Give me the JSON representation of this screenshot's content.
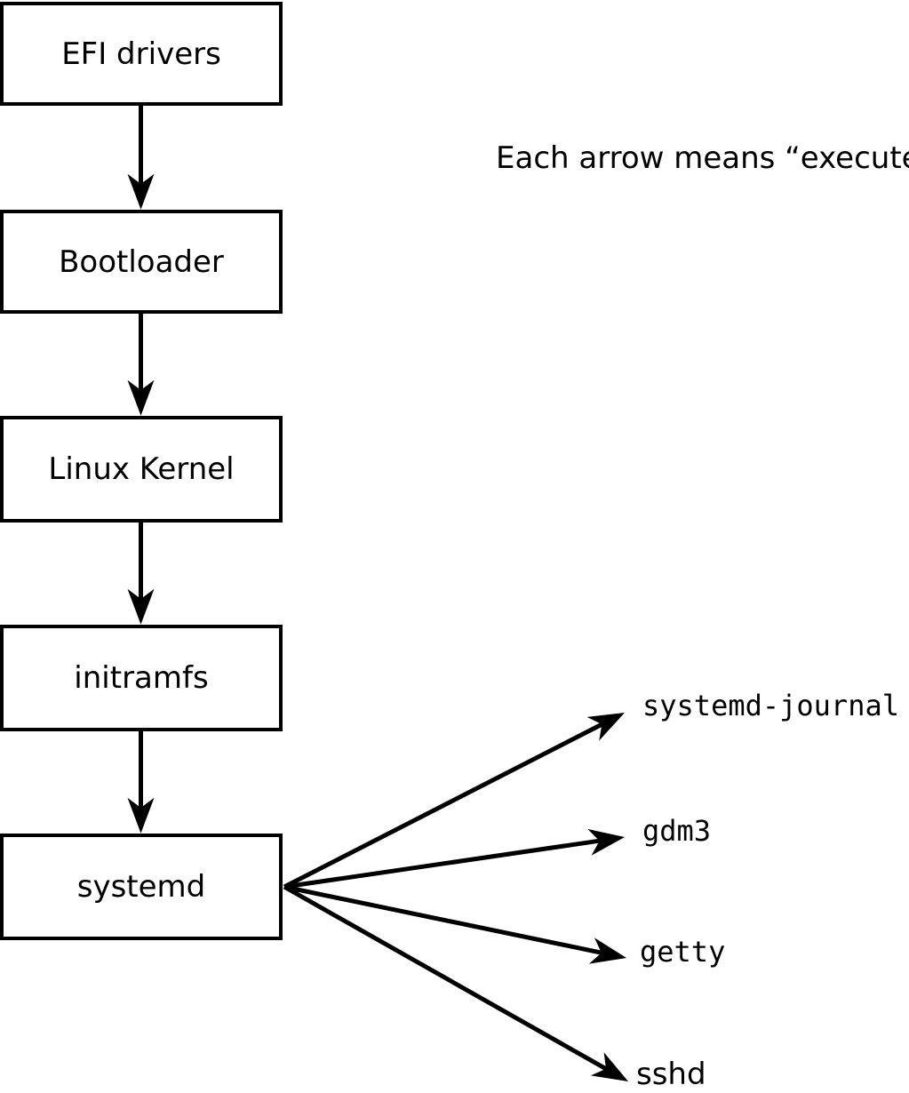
{
  "note": {
    "text": "Each arrow means “executes”."
  },
  "chain": [
    {
      "label": "EFI drivers"
    },
    {
      "label": "Bootloader"
    },
    {
      "label": "Linux Kernel"
    },
    {
      "label": "initramfs"
    },
    {
      "label": "systemd"
    }
  ],
  "spawned": [
    {
      "label": "systemd-journal"
    },
    {
      "label": "gdm3"
    },
    {
      "label": "getty"
    },
    {
      "label": "sshd"
    }
  ],
  "colors": {
    "stroke": "#000000",
    "background": "#ffffff",
    "box_fill": "#ffffff",
    "text": "#000000"
  }
}
